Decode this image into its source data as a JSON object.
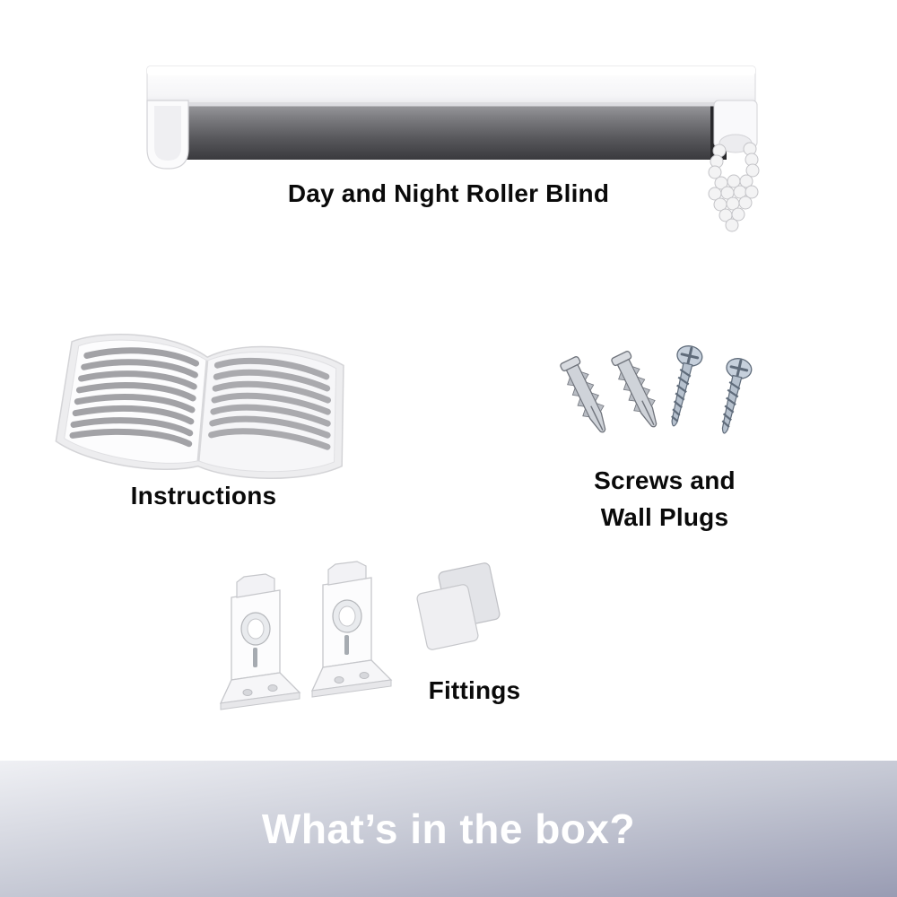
{
  "page": {
    "background_color": "#ffffff"
  },
  "items": {
    "roller_blind": {
      "label": "Day and Night Roller Blind",
      "icon": "roller-blind-with-bead-chain-illustration"
    },
    "instructions": {
      "label": "Instructions",
      "icon": "open-instruction-manual-illustration"
    },
    "screws_wall_plugs": {
      "label_line1": "Screws and",
      "label_line2": "Wall Plugs",
      "icon": "two-wall-plugs-two-screws-illustration"
    },
    "fittings": {
      "label": "Fittings",
      "icon": "two-brackets-two-cover-plates-illustration"
    }
  },
  "banner": {
    "text": "What’s in the box?",
    "text_color": "#ffffff",
    "gradient_top": "#eff0f4",
    "gradient_bottom": "#999cb3"
  },
  "colors": {
    "label_text": "#0a0a0a",
    "roller_fabric_dark": "#4a4a4e",
    "headrail_white": "#ffffff",
    "chain_bead": "#f3f3f4",
    "wall_plug_gray": "#cfd3d9",
    "screw_steel": "#b6c1ce",
    "bracket_white": "#fbfbfc",
    "cover_plate_gray": "#e7e8eb"
  }
}
